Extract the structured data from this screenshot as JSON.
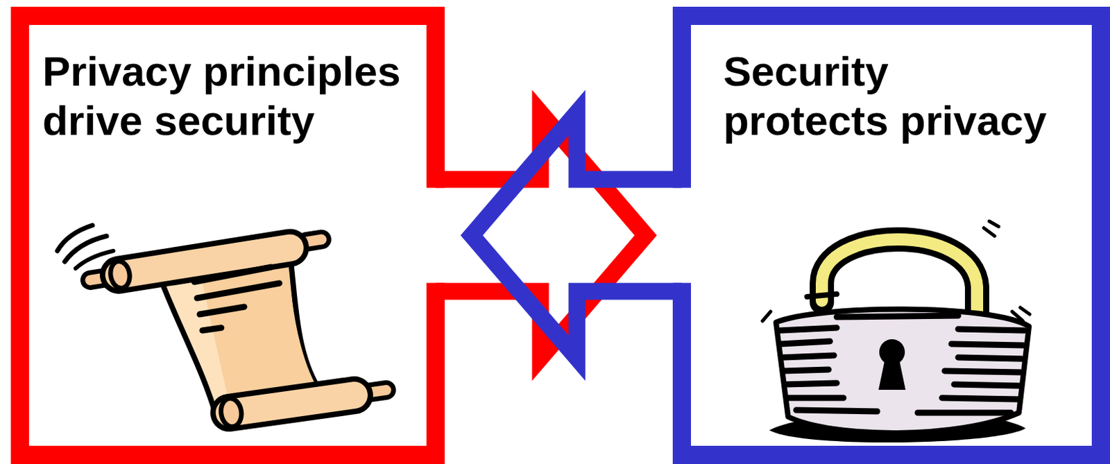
{
  "diagram": {
    "nodes": [
      {
        "text": [
          "Privacy principles drive security"
        ]
      },
      {
        "text": [
          "Security protects privacy"
        ]
      }
    ],
    "edges": [
      {
        "from": 0,
        "to": 1,
        "arrow": "to"
      },
      {
        "from": 1,
        "to": 0,
        "arrow": "to"
      }
    ]
  }
}
